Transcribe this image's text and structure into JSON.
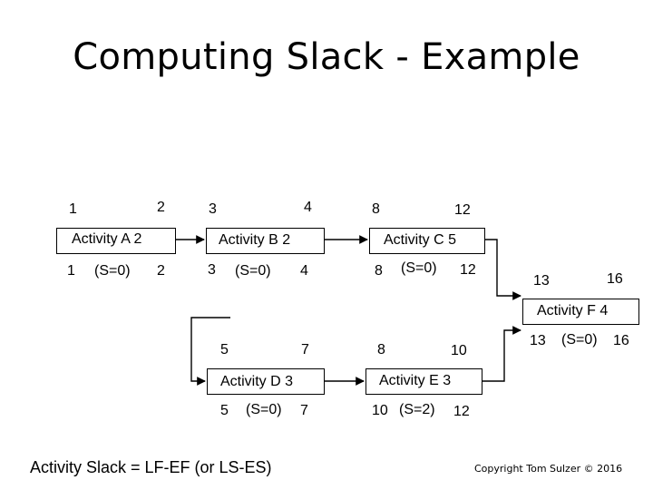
{
  "title": "Computing Slack - Example",
  "formula": "Activity Slack = LF-EF (or LS-ES)",
  "copyright": "Copyright Tom Sulzer © 2016",
  "activities": {
    "A": {
      "label": "Activity A   2",
      "es": "1",
      "ef": "2",
      "ls": "1",
      "slack": "(S=0)",
      "lf": "2"
    },
    "B": {
      "label": "Activity B   2",
      "es": "3",
      "ef": "4",
      "ls": "3",
      "slack": "(S=0)",
      "lf": "4"
    },
    "C": {
      "label": "Activity C   5",
      "es": "8",
      "ef": "12",
      "ls": "8",
      "slack": "(S=0)",
      "lf": "12"
    },
    "D": {
      "label": "Activity D   3",
      "es": "5",
      "ef": "7",
      "ls": "5",
      "slack": "(S=0)",
      "lf": "7"
    },
    "E": {
      "label": "Activity E   3",
      "es": "8",
      "ef": "10",
      "ls": "10",
      "slack": "(S=2)",
      "lf": "12"
    },
    "F": {
      "label": "Activity F   4",
      "es": "13",
      "ef": "16",
      "ls": "13",
      "slack": "(S=0)",
      "lf": "16"
    }
  }
}
